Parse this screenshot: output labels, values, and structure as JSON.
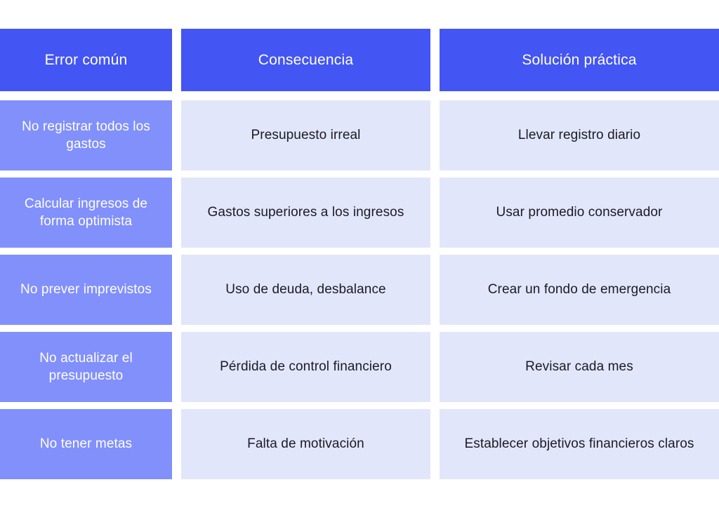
{
  "table": {
    "columns": [
      {
        "key": "error",
        "label": "Error común"
      },
      {
        "key": "consecuencia",
        "label": "Consecuencia"
      },
      {
        "key": "solucion",
        "label": "Solución práctica"
      }
    ],
    "rows": [
      {
        "error": "No registrar todos los gastos",
        "consecuencia": "Presupuesto irreal",
        "solucion": "Llevar registro diario"
      },
      {
        "error": "Calcular ingresos de forma optimista",
        "consecuencia": "Gastos superiores a los ingresos",
        "solucion": "Usar promedio conservador"
      },
      {
        "error": "No prever imprevistos",
        "consecuencia": "Uso de deuda, desbalance",
        "solucion": "Crear un fondo de emergencia"
      },
      {
        "error": "No actualizar el presupuesto",
        "consecuencia": "Pérdida de control financiero",
        "solucion": "Revisar cada mes"
      },
      {
        "error": "No tener metas",
        "consecuencia": "Falta de motivación",
        "solucion": "Establecer objetivos financieros claros"
      }
    ]
  },
  "colors": {
    "header_background": "#4355f2",
    "header_text": "#ffffff",
    "accent_column_background": "#8190fb",
    "accent_column_text": "#ffffff",
    "body_cell_background": "#e2e6fa",
    "body_cell_text": "#1b1b24",
    "page_background": "#ffffff"
  }
}
